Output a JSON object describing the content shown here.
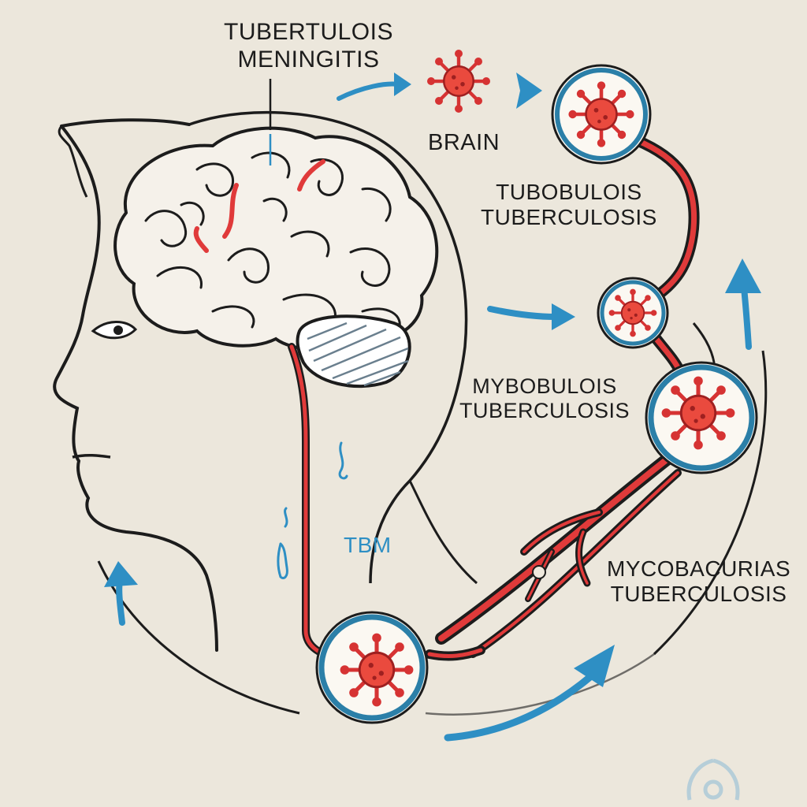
{
  "labels": {
    "tbm_title": [
      "TUBERTULOIS",
      "MENINGITIS"
    ],
    "brain": "BRAIN",
    "label_2": [
      "TUBOBULOIS",
      "TUBERCULOSIS"
    ],
    "label_3": [
      "MYBOBULOIS",
      "TUBERCULOSIS"
    ],
    "label_4": [
      "MYCOBACURIAS",
      "TUBERCULOSIS"
    ],
    "tbm": "TBM"
  },
  "colors": {
    "background": "#ece7dc",
    "outline": "#1c1c1c",
    "infection_red": "#e03a3a",
    "arrow_blue": "#2e8fc4",
    "node_ring": "#2b7fa8"
  },
  "icons": [
    "bacteria-icon",
    "flow-arrow-icon",
    "biohazard-icon"
  ]
}
